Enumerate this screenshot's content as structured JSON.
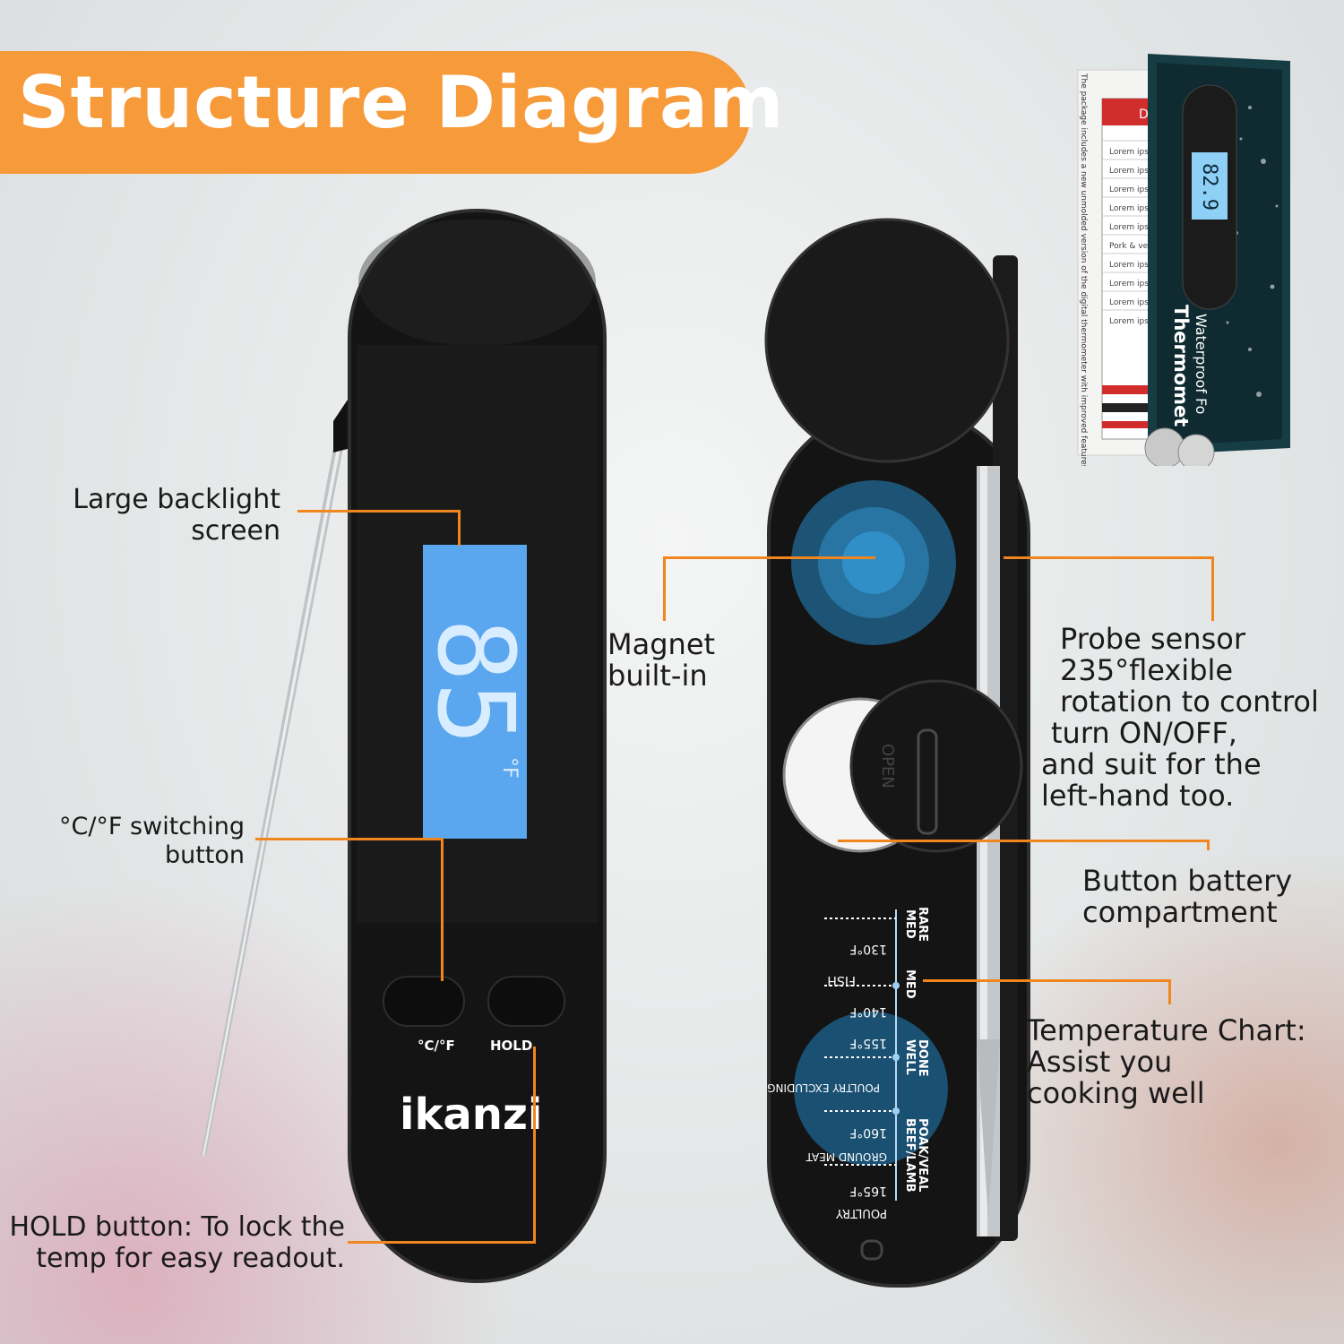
{
  "title": "Structure Diagram",
  "brand": "ikanzi",
  "display": {
    "value": "85",
    "unit": "°F"
  },
  "buttons": {
    "unit_switch": "°C/°F",
    "hold": "HOLD"
  },
  "callouts": {
    "screen": [
      "Large backlight",
      "screen"
    ],
    "unit_button": [
      "°C/°F switching",
      "button"
    ],
    "hold_button": [
      "HOLD button: To lock the",
      "temp for easy readout."
    ],
    "magnet": [
      "Magnet",
      "built-in"
    ],
    "probe": [
      "Probe sensor",
      "235°flexible",
      "rotation to control",
      "turn ON/OFF,",
      "and suit for the",
      "left-hand too."
    ],
    "battery": [
      "Button battery",
      "compartment"
    ],
    "temp_chart": [
      "Temperature Chart:",
      "Assist you",
      "cooking well"
    ]
  },
  "battery_cover_text": "OPEN",
  "temp_chart": {
    "levels": [
      {
        "temp": "130°F",
        "doneness": [
          "MED",
          "RARE"
        ],
        "food": ""
      },
      {
        "temp": "140°F",
        "doneness": [
          "MED"
        ],
        "food": "FISH"
      },
      {
        "temp": "155°F",
        "doneness": [
          "WELL",
          "DONE"
        ],
        "food": ""
      },
      {
        "temp": "160°F",
        "doneness": [],
        "food": "POULTRY EXCLUDING"
      },
      {
        "temp": "165°F",
        "doneness": [
          "BEEF/LAMB",
          "POAK/VEAL"
        ],
        "food": "GROUND MEAT"
      }
    ],
    "last_food": "POULTRY"
  },
  "package": {
    "display_value": "82.9",
    "side_text": [
      "Waterproof Fo",
      "Thermomet"
    ],
    "sheet_letter": "D",
    "list_items": [
      "Lorem ipsu",
      "Lorem ipsu",
      "Lorem ipsu",
      "Lorem ipsu",
      "Lorem ipsu",
      "Pork & vea",
      "Lorem ipsu",
      "Lorem ipsu",
      "Lorem ipsu",
      "Lorem ipsu"
    ],
    "strip_text": "The package includes a new unmolded version of the digital thermometer with improved features"
  },
  "colors": {
    "accent": "#f2861e",
    "title_bg": "#f79a3a",
    "screen": "#5aa6ef",
    "body": "#141414"
  }
}
